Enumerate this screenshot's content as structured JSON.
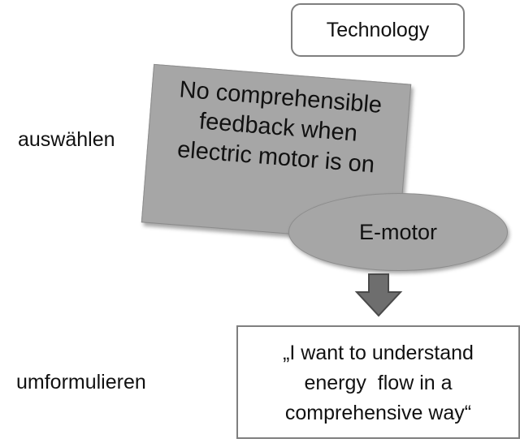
{
  "labels": {
    "select": "auswählen",
    "reformulate": "umformulieren"
  },
  "technology": {
    "label": "Technology"
  },
  "problem_note": {
    "lines": [
      "No comprehensible",
      "feedback when",
      "electric motor is on"
    ]
  },
  "component": {
    "label": "E-motor"
  },
  "requirement": {
    "lines": [
      "„I want to understand",
      "energy  flow in a",
      "comprehensive way“"
    ]
  },
  "colors": {
    "note_fill": "#a6a6a6",
    "box_border": "#7f7f7f",
    "arrow_fill": "#6e6e6e"
  }
}
